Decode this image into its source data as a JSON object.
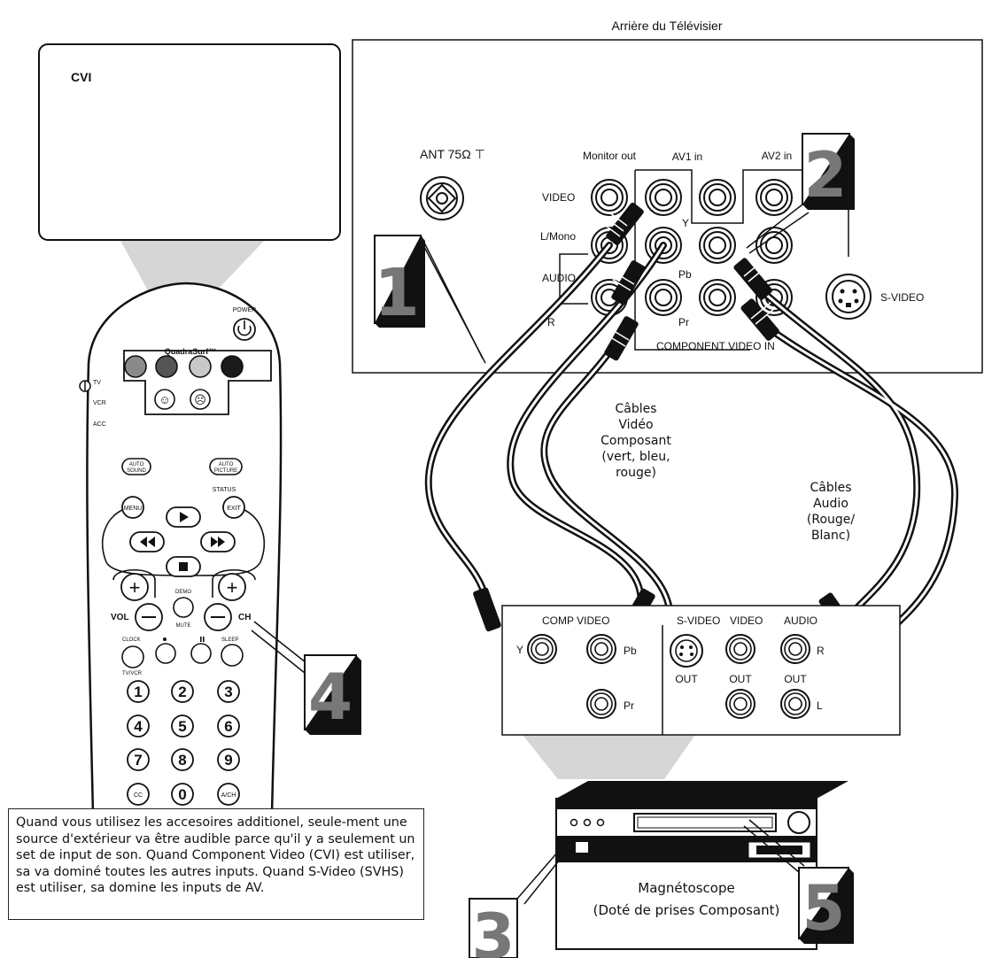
{
  "tv_back": {
    "title": "Arrière du Télévisier",
    "antenna_label": "ANT 75Ω ⊤",
    "monitor_out": "Monitor out",
    "av1_in": "AV1 in",
    "av2_in": "AV2 in",
    "video": "VIDEO",
    "lmono": "L/Mono",
    "audio": "AUDIO",
    "r": "R",
    "y": "Y",
    "pb": "Pb",
    "pr": "Pr",
    "svideo": "S-VIDEO",
    "component": "COMPONENT VIDEO IN"
  },
  "screen": {
    "label": "CVI"
  },
  "cables": {
    "component_label": [
      "Câbles",
      "Vidéo",
      "Composant",
      "(vert, bleu,",
      "rouge)"
    ],
    "audio_label": [
      "Câbles",
      "Audio",
      "(Rouge/",
      "Blanc)"
    ]
  },
  "vcr_panel": {
    "comp_video": "COMP VIDEO",
    "y": "Y",
    "pb": "Pb",
    "pr": "Pr",
    "svideo": "S-VIDEO",
    "video": "VIDEO",
    "audio": "AUDIO",
    "out1": "OUT",
    "out2": "OUT",
    "out3": "OUT",
    "r": "R",
    "l": "L"
  },
  "vcr": {
    "line1": "Magnétoscope",
    "line2": "(Doté de prises Composant)"
  },
  "remote": {
    "power": "POWER",
    "quadrasurf": "QuadraSurf™",
    "tv": "TV",
    "vcr": "VCR",
    "acc": "ACC",
    "auto_sound": [
      "AUTO",
      "SOUND"
    ],
    "auto_picture": [
      "AUTO",
      "PICTURE"
    ],
    "status": "STATUS",
    "menu": "MENU",
    "exit": "EXIT",
    "vol": "VOL",
    "ch": "CH",
    "demo": "DEMO",
    "mute": "MUTE",
    "clock": "CLOCK",
    "sleep": "SLEEP",
    "tvvcr": "TV/VCR",
    "cc": "CC",
    "ach": "A/CH",
    "digits": [
      "1",
      "2",
      "3",
      "4",
      "5",
      "6",
      "7",
      "8",
      "9",
      "0"
    ]
  },
  "steps": [
    "1",
    "2",
    "3",
    "4",
    "5"
  ],
  "note": "Quand vous utilisez les accesoires additionel, seule-ment une source d'extérieur va être audible parce qu'il y a seulement un set de input de son. Quand Component Video (CVI) est utiliser, sa va dominé toutes les autres inputs.  Quand S-Video (SVHS) est utiliser, sa domine les inputs de AV."
}
